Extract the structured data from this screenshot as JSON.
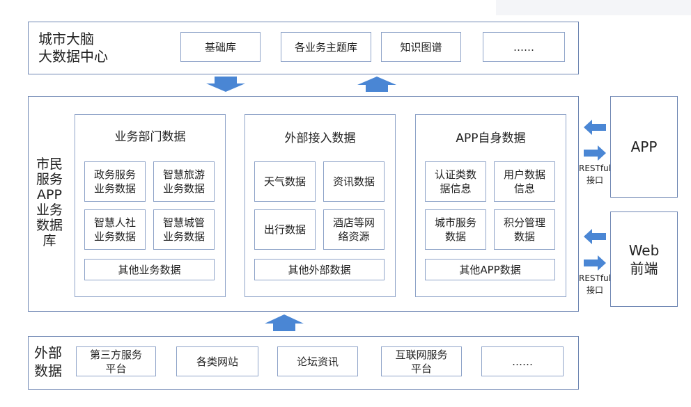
{
  "top": {
    "title": "城市大脑\n大数据中心",
    "items": [
      "基础库",
      "各业务主题库",
      "知识图谱",
      "……"
    ]
  },
  "middle": {
    "side_label": "市民\n服务\nAPP\n业务\n数据\n库",
    "business": {
      "title": "业务部门数据",
      "cells": [
        "政务服务\n业务数据",
        "智慧旅游\n业务数据",
        "智慧人社\n业务数据",
        "智慧城管\n业务数据"
      ],
      "other": "其他业务数据"
    },
    "external": {
      "title": "外部接入数据",
      "cells": [
        "天气数据",
        "资讯数据",
        "出行数据",
        "酒店等网\n络资源"
      ],
      "other": "其他外部数据"
    },
    "app": {
      "title": "APP自身数据",
      "cells": [
        "认证类数\n据信息",
        "用户数据\n信息",
        "城市服务\n数据",
        "积分管理\n数据"
      ],
      "other": "其他APP数据"
    }
  },
  "right": {
    "app_label": "APP",
    "web_label": "Web\n前端",
    "interface_label_1": "RESTful\n接口",
    "interface_label_2": "RESTful\n接口"
  },
  "bottom": {
    "title": "外部\n数据",
    "items": [
      "第三方服务\n平台",
      "各类网站",
      "论坛资讯",
      "互联网服务\n平台",
      "……"
    ]
  },
  "colors": {
    "arrow": "#4a86d4",
    "border": "#8ea3c8"
  }
}
